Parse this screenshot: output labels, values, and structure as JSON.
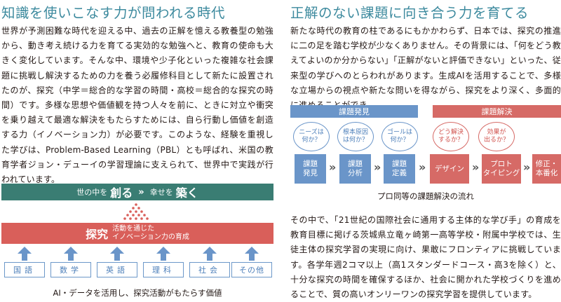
{
  "left": {
    "title": "知識を使いこなす力が問われる時代",
    "paragraph": "世界が予測困難な時代を迎える中、過去の正解を憶える教養型の勉強から、動き考え続ける力を育てる実効的な勉強へと、教育の使命も大きく変化しています。そんな中、環境や少子化といった複雑な社会課題に挑戦し解決するための力を養う必履修科目として新たに設置されたのが、探究（中学＝総合的な学習の時間・高校＝総合的な探究の時間）です。多様な思想や価値観を持つ人々を前に、ときに対立や衝突を乗り越えて最適な解決をもたらすためには、自ら行動し価値を創造する力（イノベーション力）が必要です。このような、経験を重視した学びは、Problem-Based Learning（PBL）とも呼ばれ、米国の教育学者ジョン・デューイの学習理論に支えられて、世界中で実践が行われています。",
    "diagram": {
      "banner_a": "世の中を",
      "banner_b": "創る",
      "banner_arrows": "»",
      "banner_c": "幸せを",
      "banner_d": "築く",
      "explore_title": "探究",
      "explore_sub_1": "活動を通じた",
      "explore_sub_2": "イノベーション力の育成",
      "subjects": [
        "国語",
        "数学",
        "英語",
        "理科",
        "社会",
        "その他"
      ],
      "caption": "AI・データを活用し、探究活動がもたらす価値"
    }
  },
  "right": {
    "title": "正解のない課題に向き合う力を育てる",
    "paragraph1": "新たな時代の教育の柱であるにもかかわらず、日本では、探究の推進に二の足を踏む学校が少なくありません。その背景には、「何をどう教えてよいのか分からない」「正解がないと評価できない」といった、従来型の学びへのとらわれがあります。生成AIを活用することで、多様な立場からの視点や新たな問いを得ながら、探究をより深く、多面的に進めることができ",
    "flow": {
      "phase_blue": "課題発見",
      "phase_red": "課題解決",
      "bubbles": [
        {
          "l1": "ニーズは",
          "l2": "何か？"
        },
        {
          "l1": "根本原因",
          "l2": "は何か？"
        },
        {
          "l1": "ゴールは",
          "l2": "何か？"
        },
        {
          "l1": "どう解決",
          "l2": "するか？"
        },
        {
          "l1": "効果が",
          "l2": "出るか？"
        }
      ],
      "steps": [
        {
          "l1": "課題",
          "l2": "発見"
        },
        {
          "l1": "課題",
          "l2": "分析"
        },
        {
          "l1": "課題",
          "l2": "定義"
        },
        {
          "l1": "デザイン",
          "l2": ""
        },
        {
          "l1": "プロト",
          "l2": "タイピング"
        },
        {
          "l1": "修正・",
          "l2": "本番化"
        }
      ],
      "chevron": "»",
      "caption": "プロ同等の課題解決の流れ"
    },
    "paragraph2": "その中で、「21世紀の国際社会に通用する主体的な学び手」の育成を教育目標に掲げる茨城県立竜ヶ崎第一高等学校・附属中学校では、生徒主体の探究学習の実現に向け、果敢にフロンティアに挑戦しています。各学年週2コマ以上（高1スタンダードコース・高3を除く）と、十分な探究の時間を確保するほか、社会に開かれた学校づくりを進めることで、質の高いオンリーワンの探究学習を提供しています。"
  },
  "colors": {
    "title": "#3d8a9e",
    "banner": "#3a7d73",
    "red": "#d95f5a",
    "blue": "#6a95c9"
  }
}
